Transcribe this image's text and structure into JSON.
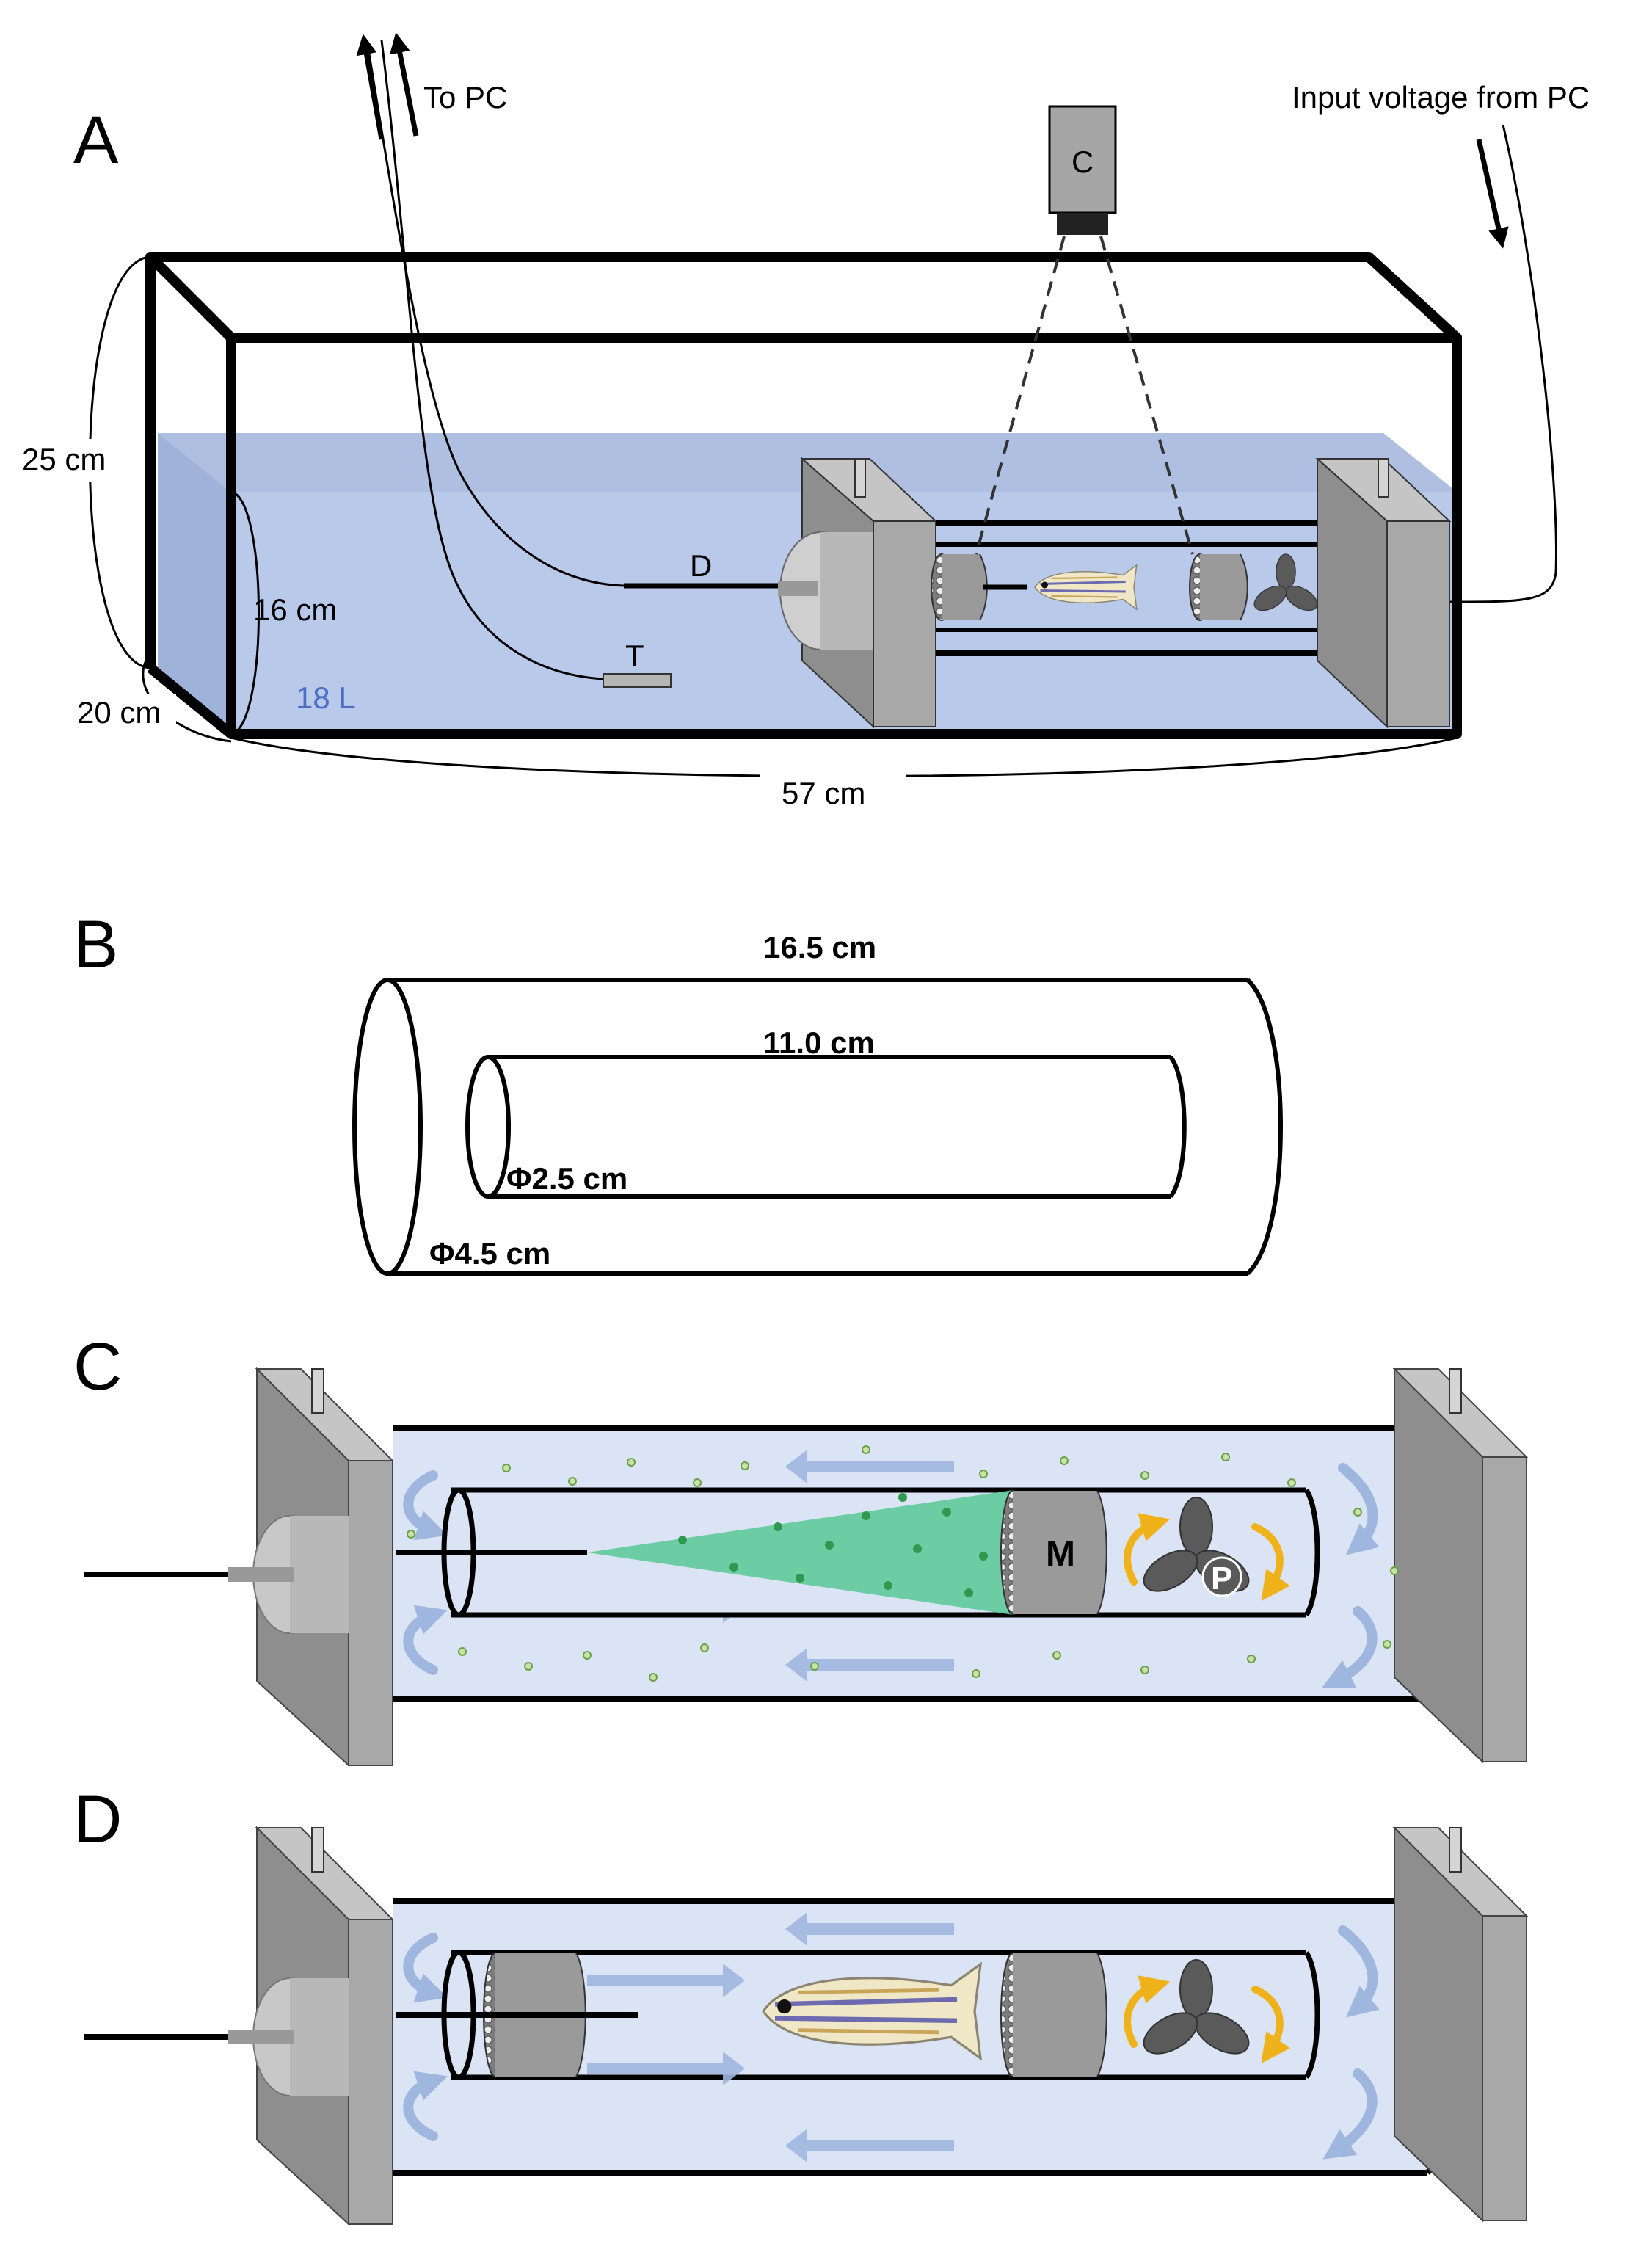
{
  "panels": {
    "a": "A",
    "b": "B",
    "c": "C",
    "d": "D"
  },
  "panel_a": {
    "to_pc": "To PC",
    "input_voltage": "Input voltage from PC",
    "camera": "C",
    "height": "25 cm",
    "water_depth": "16 cm",
    "depth": "20 cm",
    "volume": "18 L",
    "length": "57 cm",
    "device_d": "D",
    "device_t": "T"
  },
  "panel_b": {
    "outer_length": "16.5 cm",
    "inner_length": "11.0 cm",
    "inner_diameter": "Φ2.5 cm",
    "outer_diameter": "Φ4.5 cm"
  },
  "panel_c": {
    "mesh": "M",
    "propeller": "P"
  },
  "colors": {
    "water": "#b8c8e8",
    "tube_fill": "#dbe4f4",
    "flow_arrow": "#9fb6df",
    "dye": "#5fc99a",
    "block": "#a4a4a4",
    "curl_arrow": "#f0b21a",
    "volume_text": "#4b6fc4"
  }
}
